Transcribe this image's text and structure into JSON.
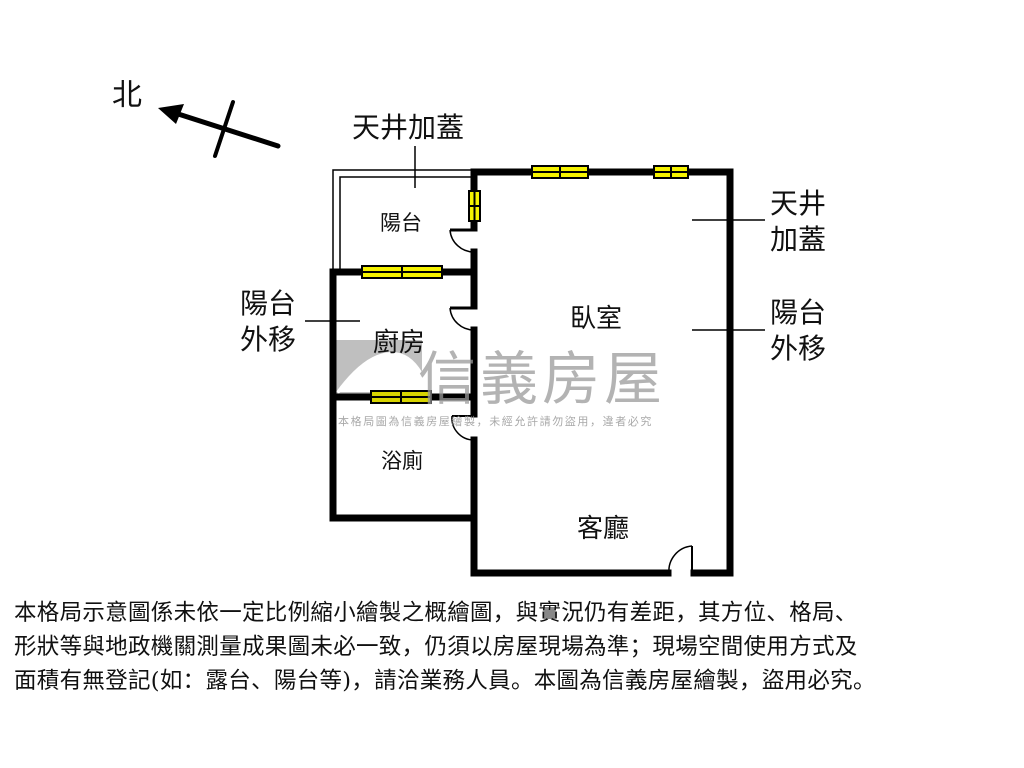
{
  "compass": {
    "label": "北",
    "icon": "north-arrow-icon"
  },
  "annotations": {
    "top_skylight": "天井加蓋",
    "right_skylight_line1": "天井",
    "right_skylight_line2": "加蓋",
    "right_balcony_line1": "陽台",
    "right_balcony_line2": "外移",
    "left_balcony_line1": "陽台",
    "left_balcony_line2": "外移"
  },
  "rooms": {
    "balcony": "陽台",
    "kitchen": "廚房",
    "bathroom": "浴廁",
    "bedroom": "臥室",
    "living_room": "客廳"
  },
  "watermark": {
    "brand": "信義房屋",
    "notice": "本格局圖為信義房屋繪製，未經允許請勿盜用，違者必究"
  },
  "colors": {
    "wall": "#000000",
    "window_fill": "#f5f200",
    "watermark": "#9a9a9a",
    "background": "#ffffff"
  },
  "disclaimer": {
    "line1": "本格局示意圖係未依一定比例縮小繪製之概繪圖，與實況仍有差距，其方位、格局、",
    "line2": "形狀等與地政機關測量成果圖未必一致，仍須以房屋現場為準；現場空間使用方式及",
    "line3": "面積有無登記(如：露台、陽台等)，請洽業務人員。本圖為信義房屋繪製，盜用必究。"
  }
}
